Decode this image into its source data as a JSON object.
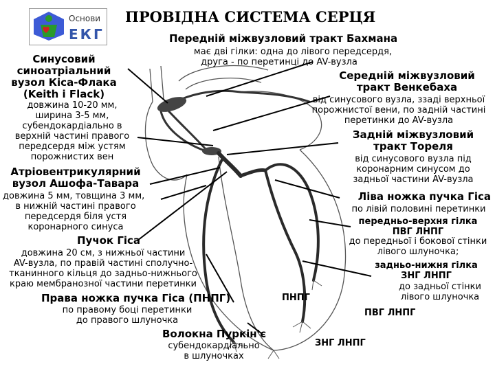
{
  "logo": {
    "line1": "Основи",
    "line2": "ЕКГ",
    "icon": "heart-person-icon"
  },
  "title": "ПРОВІДНА СИСТЕМА СЕРЦЯ",
  "bachmann": {
    "name": "Передній міжвузловий тракт Бахмана",
    "desc1": "має дві гілки: одна до лівого передсердя,",
    "desc2": "друга - по перетинці до AV-вузла"
  },
  "sa_node": {
    "name1": "Синусовий",
    "name2": "синоатріальний",
    "name3": "вузол Кіса-Флака",
    "name4": "(Keith і Flack)",
    "desc": [
      "довжина 10-20 мм,",
      "ширина 3-5 мм,",
      "субендокардіально в",
      "верхній частині правого",
      "передсердя між устям",
      "порожнистих вен"
    ]
  },
  "wenckebach": {
    "name1": "Середній міжвузловий",
    "name2": "тракт Венкебаха",
    "desc": [
      "від синусового вузла, ззаді верхньої",
      "порожнистої вени, по задній частині",
      "перетинки до AV-вузла"
    ]
  },
  "thorel": {
    "name1": "Задній міжвузловий",
    "name2": "тракт Тореля",
    "desc": [
      "від синусового вузла під",
      "коронарним синусом до",
      "задньої частини AV-вузла"
    ]
  },
  "av_node": {
    "name1": "Атріовентрикулярний",
    "name2": "вузол Ашофа-Тавара",
    "desc": [
      "довжина 5 мм, товщина 3 мм,",
      "в нижній частині правого",
      "передсердя біля устя",
      "коронарного синуса"
    ]
  },
  "left_bundle": {
    "name": "Ліва ножка пучка Гіса",
    "desc": "по лівій половині перетинки",
    "ant1": "передньо-верхня гілка",
    "ant2": "ПВГ ЛНПГ",
    "ant_desc1": "до передньої і бокової стінки",
    "ant_desc2": "лівого шлуночка;",
    "post1": "задньо-нижня гілка",
    "post2": "ЗНГ ЛНПГ",
    "post_desc1": "до задньої стінки",
    "post_desc2": "лівого шлуночка"
  },
  "his": {
    "name": "Пучок Гіса",
    "desc": [
      "довжина 20 см, з нижньої частини",
      "AV-вузла, по правій частині сполучно-",
      "тканинного кільця до задньо-нижнього",
      "краю мембранозної частини перетинки"
    ]
  },
  "right_bundle": {
    "name": "Права ножка пучка Гіса (ПНПГ)",
    "desc1": "по правому боці перетинки",
    "desc2": "до правого шлуночка"
  },
  "purkinje": {
    "name": "Волокна Пуркін'є",
    "desc1": "субендокардіально",
    "desc2": "в шлуночках"
  },
  "diagram_labels": {
    "pnpg": "ПНПГ",
    "pvg": "ПВГ ЛНПГ",
    "zng": "ЗНГ ЛНПГ"
  }
}
